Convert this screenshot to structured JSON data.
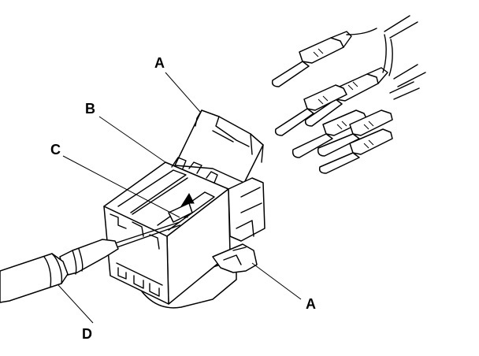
{
  "callouts": {
    "a_top": "A",
    "b": "B",
    "c": "C",
    "a_bottom": "A",
    "d": "D"
  }
}
